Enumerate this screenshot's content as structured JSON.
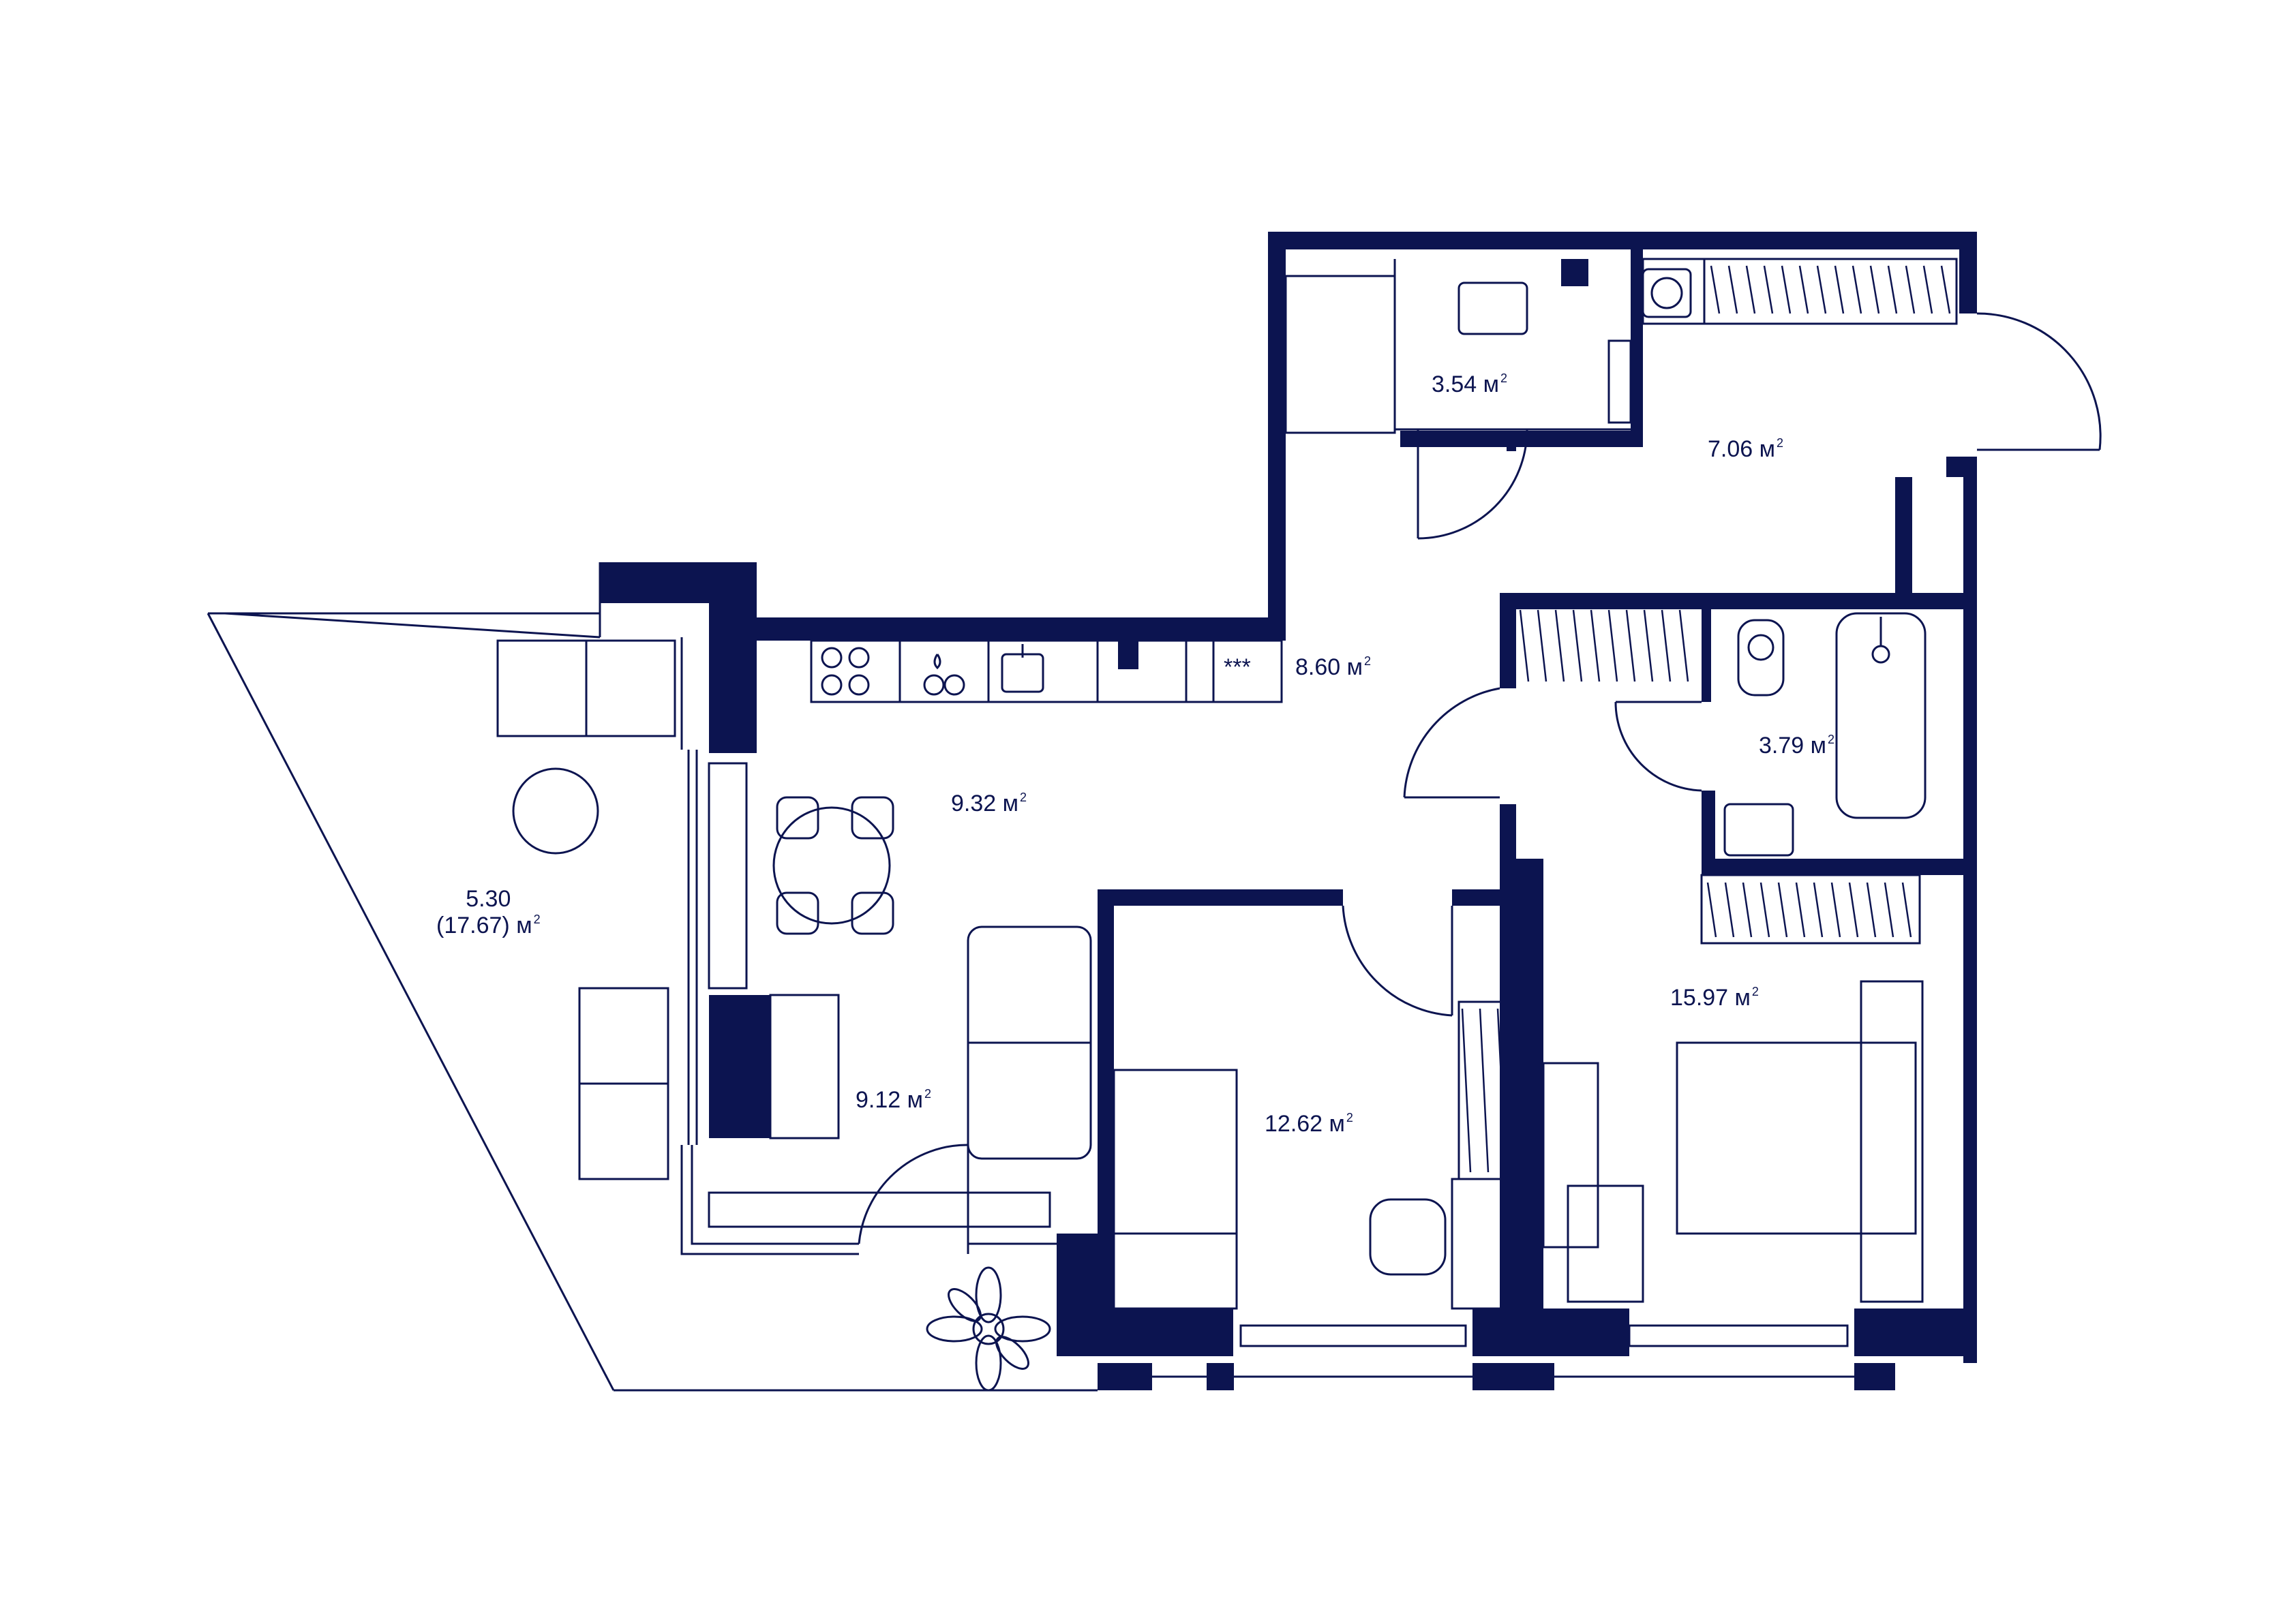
{
  "colors": {
    "wall": "#0c1450",
    "line": "#0c1450",
    "background": "#ffffff"
  },
  "unit": "м",
  "unit_power": "2",
  "rooms": [
    {
      "id": "bathroom-1",
      "area": "3.54"
    },
    {
      "id": "hall",
      "area": "7.06"
    },
    {
      "id": "kitchen",
      "area": "8.60"
    },
    {
      "id": "dining",
      "area": "9.32"
    },
    {
      "id": "bathroom-2",
      "area": "3.79"
    },
    {
      "id": "terrace",
      "area": "5.30",
      "area_total": "(17.67)"
    },
    {
      "id": "living",
      "area": "9.12"
    },
    {
      "id": "bedroom-1",
      "area": "12.62"
    },
    {
      "id": "bedroom-2",
      "area": "15.97"
    }
  ],
  "icons": {
    "dishwasher": "dishwasher-icon",
    "hob": "hob-icon",
    "sink": "sink-icon",
    "washer": "washing-machine-icon",
    "plant": "plant-icon",
    "toilet": "toilet-icon",
    "bathtub": "bathtub-icon"
  },
  "kitchen_marker": "***"
}
